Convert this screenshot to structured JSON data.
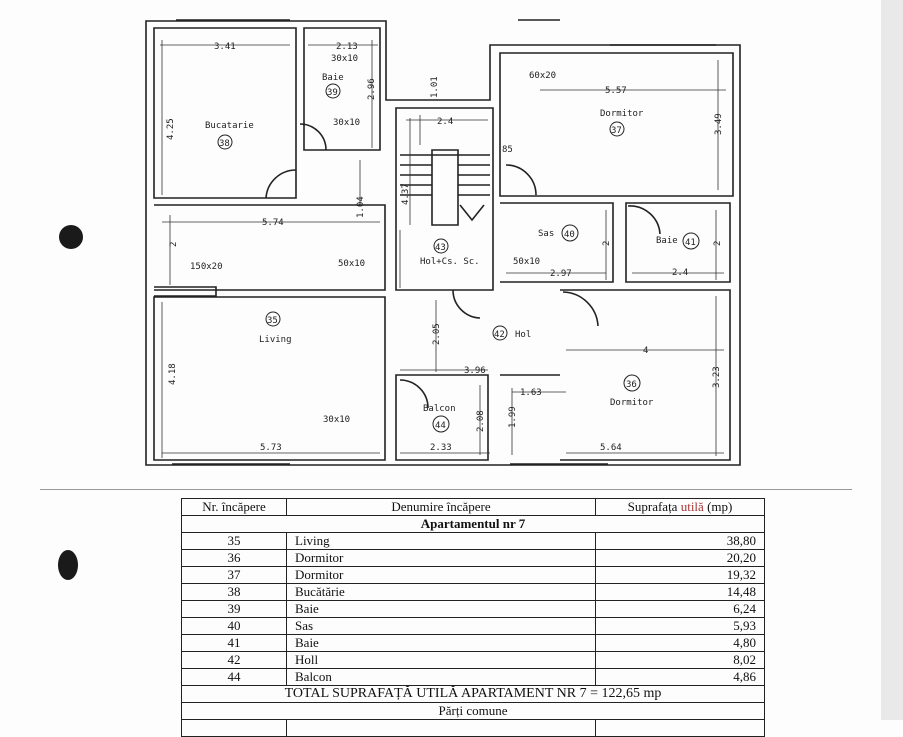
{
  "plan": {
    "rooms": {
      "r38": {
        "name": "Bucatarie",
        "num": "38"
      },
      "r39": {
        "name": "Baie",
        "num": "39"
      },
      "r37": {
        "name": "Dormitor",
        "num": "37"
      },
      "r43": {
        "name": "Hol+Cs. Sc.",
        "num": "43"
      },
      "r40": {
        "name": "Sas",
        "num": "40"
      },
      "r41": {
        "name": "Baie",
        "num": "41"
      },
      "r35": {
        "name": "Living",
        "num": "35"
      },
      "r42": {
        "name": "Hol",
        "num": "42"
      },
      "r36": {
        "name": "Dormitor",
        "num": "36"
      },
      "r44": {
        "name": "Balcon",
        "num": "44"
      }
    },
    "dims": [
      "3.41",
      "2.13",
      "30x10",
      "2.96",
      "30x10",
      "1.01",
      "2.4",
      "85",
      "60x20",
      "5.57",
      "3.49",
      "4.25",
      "1.04",
      "4.37",
      "5.74",
      "2",
      "150x20",
      "50x10",
      "50x10",
      "2.97",
      "2",
      "2.4",
      "2",
      "2.05",
      "3.96",
      "4",
      "4.18",
      "1.63",
      "1.99",
      "2.08",
      "3.23",
      "30x10",
      "5.73",
      "2.33",
      "5.64"
    ]
  },
  "table": {
    "headers": [
      "Nr. încăpere",
      "Denumire încăpere",
      "Suprafața",
      "utilă",
      "(mp)"
    ],
    "section_title": "Apartamentul  nr  7",
    "rows": [
      {
        "nr": "35",
        "name": "Living",
        "area": "38,80"
      },
      {
        "nr": "36",
        "name": "Dormitor",
        "area": "20,20"
      },
      {
        "nr": "37",
        "name": "Dormitor",
        "area": "19,32"
      },
      {
        "nr": "38",
        "name": "Bucătărie",
        "area": "14,48"
      },
      {
        "nr": "39",
        "name": "Baie",
        "area": "6,24"
      },
      {
        "nr": "40",
        "name": "Sas",
        "area": "5,93"
      },
      {
        "nr": "41",
        "name": "Baie",
        "area": "4,80"
      },
      {
        "nr": "42",
        "name": "Holl",
        "area": "8,02"
      },
      {
        "nr": "44",
        "name": "Balcon",
        "area": "4,86"
      }
    ],
    "total": "TOTAL  SUPRAFAȚĂ  UTILĂ  APARTAMENT  NR  7  =  122,65 mp",
    "common_title": "Părți comune"
  }
}
